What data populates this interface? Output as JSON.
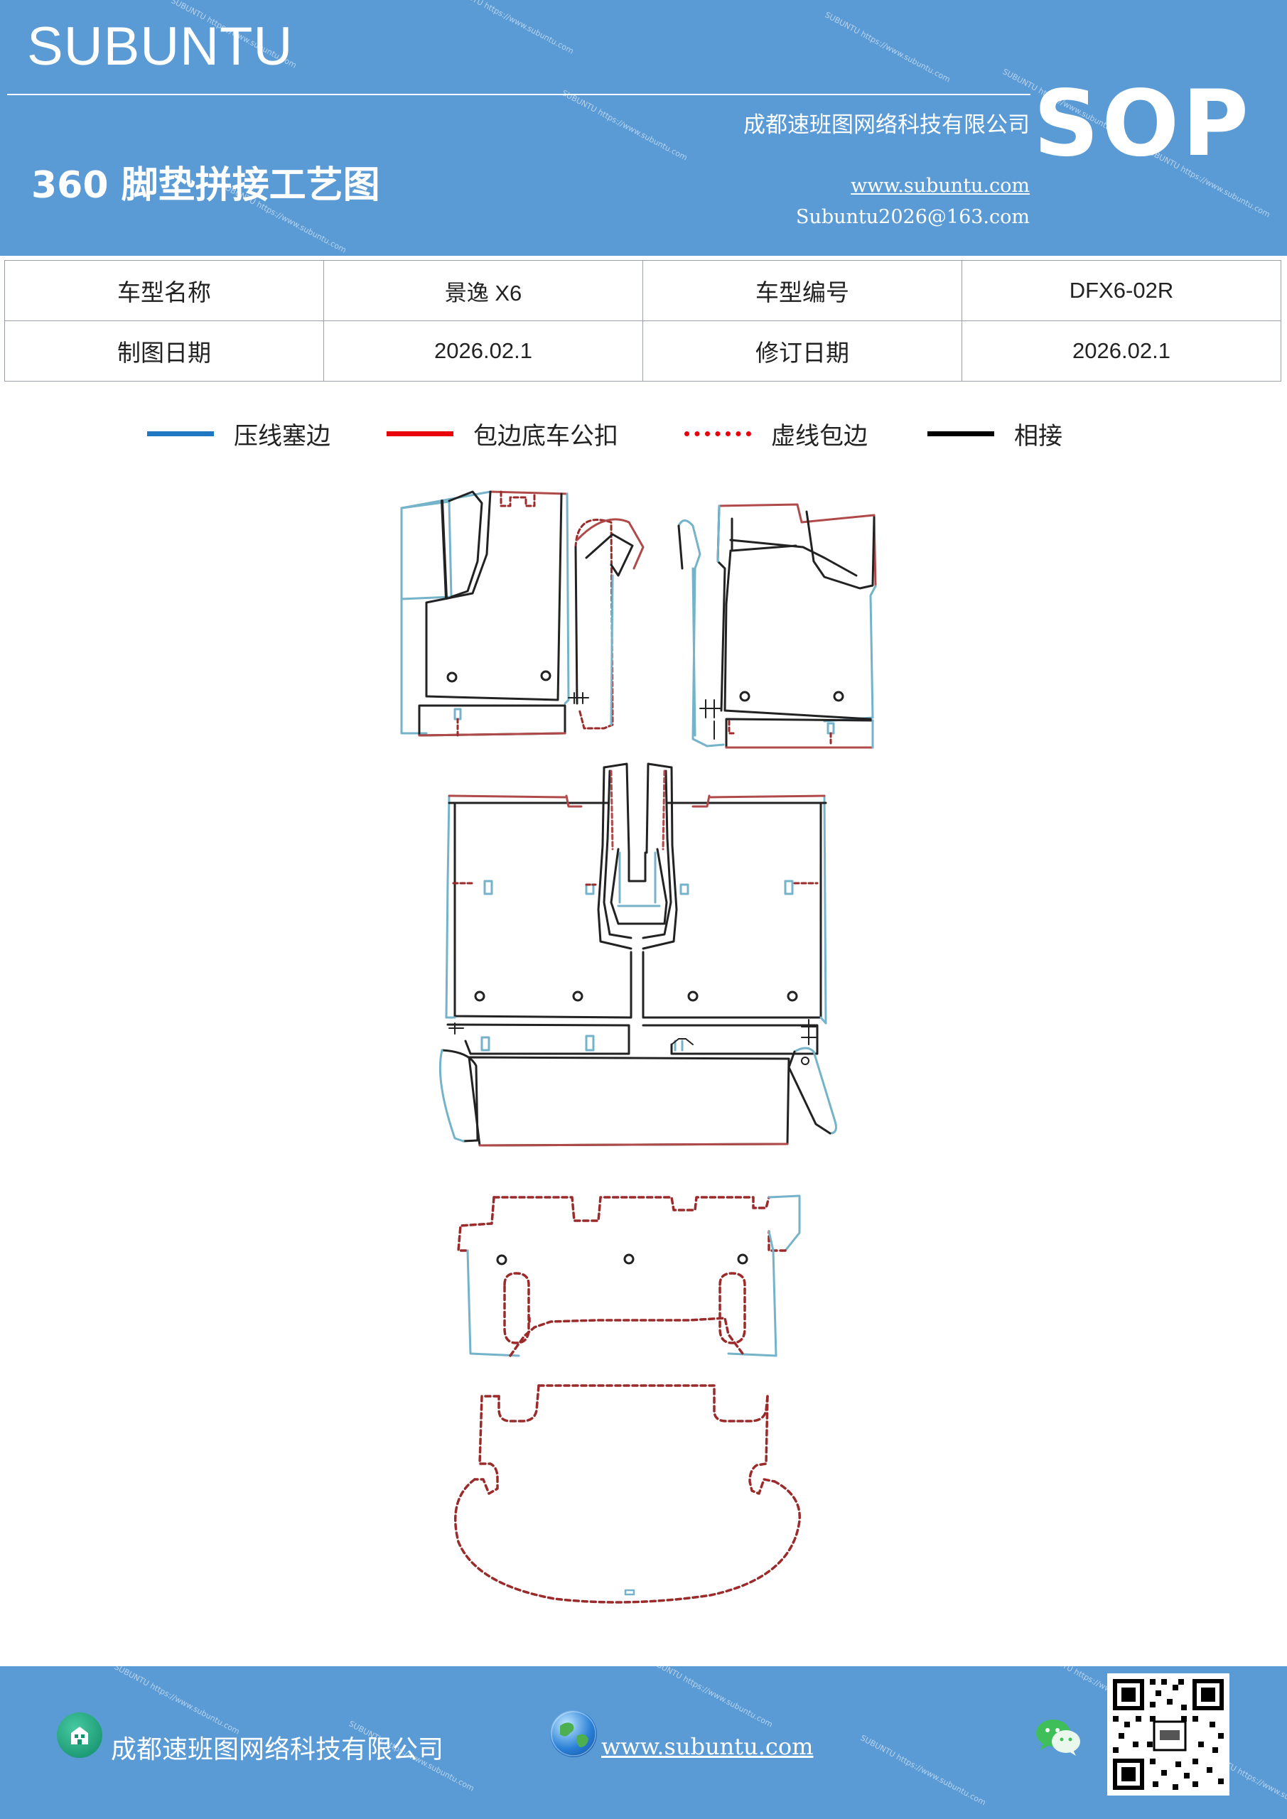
{
  "header": {
    "brand": "SUBUNTU",
    "sop": "SOP",
    "company": "成都速班图网络科技有限公司",
    "title": "360 脚垫拼接工艺图",
    "website": "www.subuntu.com",
    "email": "Subuntu2026@163.com",
    "watermark": "SUBUNTU https://www.subuntu.com"
  },
  "info_table": {
    "rows": [
      [
        "车型名称",
        "景逸 X6",
        "车型编号",
        "DFX6-02R"
      ],
      [
        "制图日期",
        "2026.02.1",
        "修订日期",
        "2026.02.1"
      ]
    ]
  },
  "legend": [
    {
      "label": "压线塞边",
      "style": "solid",
      "color": "#1f78c1"
    },
    {
      "label": "包边底车公扣",
      "style": "solid",
      "color": "#e8000b"
    },
    {
      "label": "虚线包边",
      "style": "dotted",
      "color": "#e8000b"
    },
    {
      "label": "相接",
      "style": "solid",
      "color": "#000000"
    }
  ],
  "colors": {
    "header_bg": "#5b9bd5",
    "edge_blue": "#74b3c9",
    "edge_red": "#b04a4a",
    "dashed_red": "#9b2b2b",
    "joint_black": "#222222"
  },
  "footer": {
    "company": "成都速班图网络科技有限公司",
    "website": "www.subuntu.com",
    "company_icon": "building-icon",
    "website_icon": "globe-icon",
    "wechat_icon": "wechat-icon",
    "qr_icon": "qr-code"
  }
}
